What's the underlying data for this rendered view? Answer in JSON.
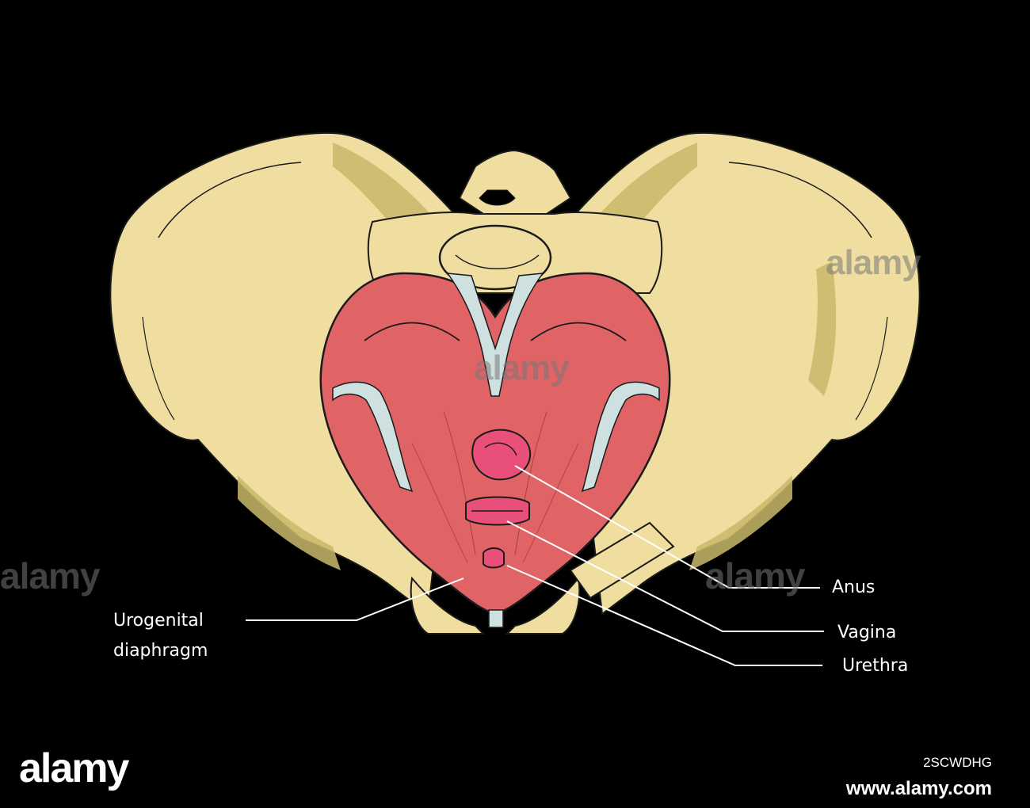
{
  "labels": {
    "anus": "Anus",
    "vagina": "Vagina",
    "urethra": "Urethra",
    "urogenital_line1": "Urogenital",
    "urogenital_line2": "diaphragm"
  },
  "watermark": {
    "text": "alamy",
    "image_code": "2SCWDHG",
    "url": "www.alamy.com"
  },
  "colors": {
    "background": "#000000",
    "bone": "#efdea0",
    "bone_shadow": "#c9b86a",
    "muscle": "#e06466",
    "ligament": "#cfe0e0",
    "orifice": "#e8507a",
    "label_line": "#ffffff"
  }
}
